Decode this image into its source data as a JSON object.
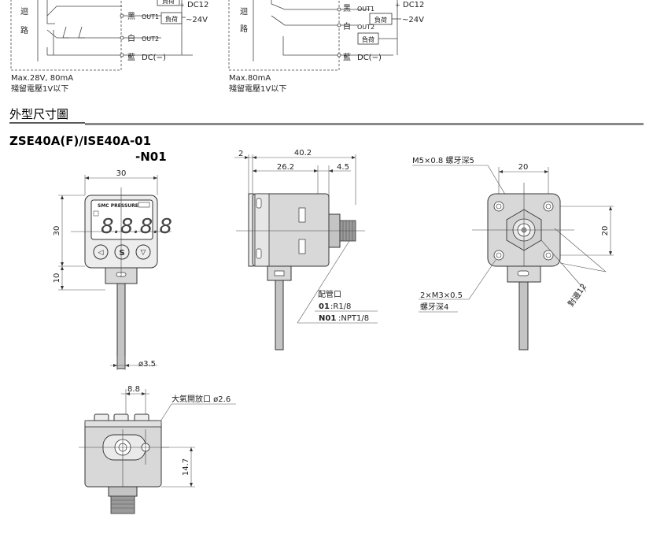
{
  "circuit_left": {
    "char1": "迴",
    "char2": "路",
    "load_top": "負荷",
    "dc12": "DC12",
    "black_label": "黑",
    "out1": "OUT1",
    "white_label": "白",
    "out2": "OUT2",
    "blue_label": "藍",
    "dc_minus": "DC(−)",
    "load_mid": "負荷",
    "v24": "~24V",
    "max": "Max.28V, 80mA",
    "residual": "殘留電壓1V以下"
  },
  "circuit_right": {
    "char1": "迴",
    "char2": "路",
    "black_label": "黑",
    "out1": "OUT1",
    "dc12": "DC12",
    "load1": "負荷",
    "v24": "~24V",
    "white_label": "白",
    "out2": "OUT2",
    "load2": "負荷",
    "blue_label": "藍",
    "dc_minus": "DC(−)",
    "max": "Max.80mA",
    "residual": "殘留電壓1V以下"
  },
  "section_title": "外型尺寸圖",
  "model": {
    "line1": "ZSE40A(F)/ISE40A-01",
    "line2": "-N01"
  },
  "front_view": {
    "width_dim": "30",
    "height_dim": "30",
    "lower_dim": "10",
    "cable_dim": "ø3.5",
    "brand": "SMC PRESSURE",
    "digits": "8.8.8.8",
    "btn_left": "◁",
    "btn_mid": "S",
    "btn_right": "▽"
  },
  "side_view": {
    "dim_2": "2",
    "dim_total": "40.2",
    "dim_body": "26.2",
    "dim_port": "4.5",
    "piping_label": "配管口",
    "piping_01": "01",
    "piping_01_val": ":R1/8",
    "piping_n01": "N01",
    "piping_n01_val": ":NPT1/8"
  },
  "back_view": {
    "thread_label": "M5×0.8 螺牙深5",
    "dim_20_h": "20",
    "dim_20_v": "20",
    "diagonal": "對邊12",
    "screw_label": "2×M3×0.5",
    "screw_depth": "螺牙深4"
  },
  "bottom_view": {
    "dim_88": "8.8",
    "vent_label": "大氣開放口 ø2.6",
    "dim_147": "14.7"
  }
}
